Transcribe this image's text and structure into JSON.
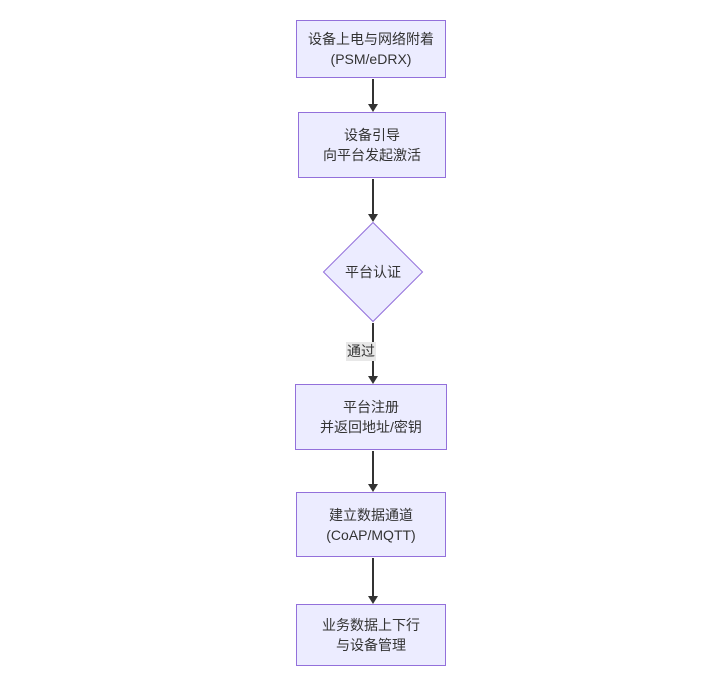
{
  "diagram": {
    "type": "flowchart",
    "direction": "top-down",
    "background": "#ffffff",
    "nodes": [
      {
        "shape": "rect",
        "lines": [
          "设备上电与网络附着",
          "(PSM/eDRX)"
        ]
      },
      {
        "shape": "rect",
        "lines": [
          "设备引导",
          "向平台发起激活"
        ]
      },
      {
        "shape": "diamond",
        "lines": [
          "平台认证"
        ]
      },
      {
        "shape": "rect",
        "lines": [
          "平台注册",
          "并返回地址/密钥"
        ]
      },
      {
        "shape": "rect",
        "lines": [
          "建立数据通道",
          "(CoAP/MQTT)"
        ]
      },
      {
        "shape": "rect",
        "lines": [
          "业务数据上下行",
          "与设备管理"
        ]
      }
    ],
    "edges": [
      {
        "from": 0,
        "to": 1,
        "label": ""
      },
      {
        "from": 1,
        "to": 2,
        "label": ""
      },
      {
        "from": 2,
        "to": 3,
        "label": "通过"
      },
      {
        "from": 3,
        "to": 4,
        "label": ""
      },
      {
        "from": 4,
        "to": 5,
        "label": ""
      }
    ],
    "colors": {
      "node_fill": "#ECECFF",
      "node_border": "#9370DB",
      "edge_line": "#333333",
      "text": "#333333",
      "edge_label_bg": "#e8e8e8",
      "background": "#ffffff"
    }
  }
}
